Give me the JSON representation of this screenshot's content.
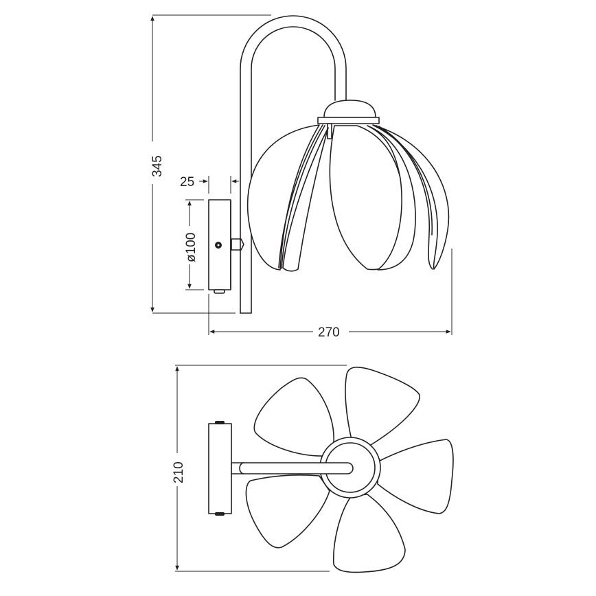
{
  "drawing": {
    "subject": "flower-shaped wall lamp",
    "units": "mm",
    "line_color": "#231f20",
    "background": "#ffffff",
    "views": {
      "side_view": {
        "dimensions": {
          "height": "345",
          "projection": "270",
          "mount_depth": "25",
          "mount_diameter": "ø100"
        },
        "petals_visible": 5
      },
      "bottom_view": {
        "dimensions": {
          "width": "210"
        },
        "petals": 5
      }
    }
  }
}
